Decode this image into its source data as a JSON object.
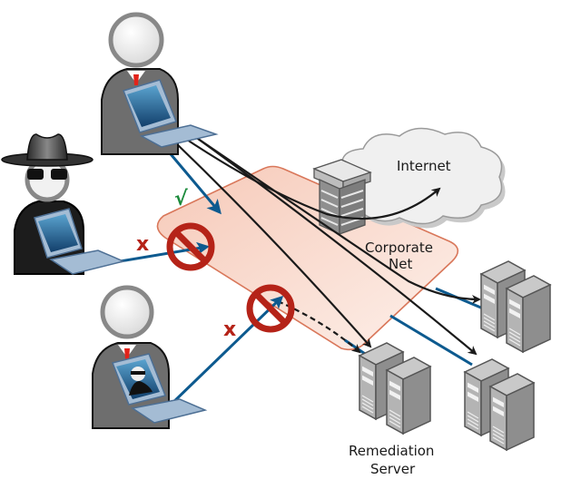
{
  "diagram": {
    "title": "Network access control with remediation",
    "labels": {
      "internet": "Internet",
      "corporate_net_line1": "Corporate",
      "corporate_net_line2": "Net",
      "remediation_line1": "Remediation",
      "remediation_line2": "Server"
    },
    "marks": {
      "allowed": "√",
      "denied_1": "x",
      "denied_2": "x"
    },
    "nodes": [
      {
        "id": "trusted-user",
        "type": "user",
        "role": "compliant employee",
        "access": "allowed"
      },
      {
        "id": "hacker",
        "type": "user",
        "role": "unauthorized intruder",
        "access": "blocked"
      },
      {
        "id": "infected-user",
        "type": "user",
        "role": "non-compliant employee",
        "access": "redirected to remediation"
      },
      {
        "id": "firewall",
        "type": "firewall"
      },
      {
        "id": "internet",
        "type": "cloud"
      },
      {
        "id": "corporate-net",
        "type": "network-zone"
      },
      {
        "id": "server-cluster-right-top",
        "type": "servers"
      },
      {
        "id": "server-cluster-right-bottom",
        "type": "servers"
      },
      {
        "id": "remediation-server",
        "type": "servers"
      }
    ],
    "colors": {
      "zone_fill": "#f9d9cc",
      "zone_stroke": "#d9775a",
      "allowed_arrow": "#0d5a8f",
      "block_sign": "#b52318",
      "check": "#1a8a3a",
      "deny_x": "#b52318",
      "server_gray": "#9a9a9a",
      "cloud": "#eeeeee"
    }
  }
}
